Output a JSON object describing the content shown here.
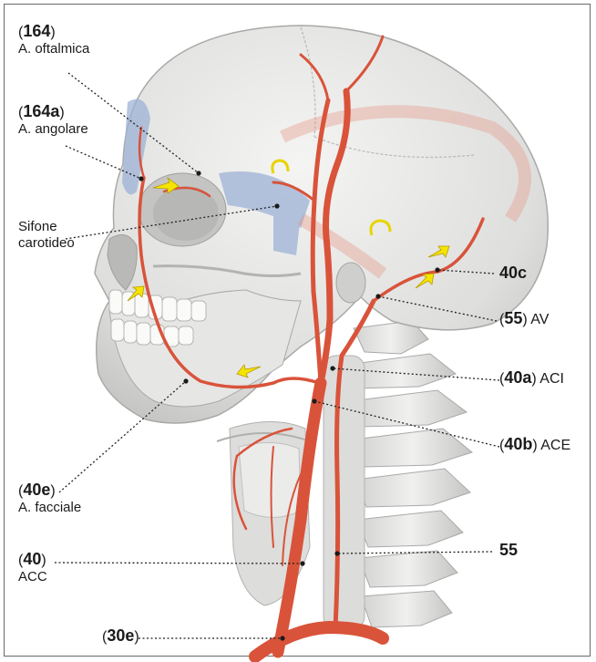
{
  "labels": {
    "oftalmica": {
      "num": "164",
      "name": "A. oftalmica"
    },
    "angolare": {
      "num": "164a",
      "name": "A. angolare"
    },
    "sifone": {
      "line1": "Sifone",
      "line2": "carotideo"
    },
    "label_40c": {
      "text": "40c"
    },
    "av": {
      "num": "55",
      "abbr": "AV"
    },
    "aci": {
      "num": "40a",
      "abbr": "ACI"
    },
    "ace": {
      "num": "40b",
      "abbr": "ACE"
    },
    "facciale": {
      "num": "40e",
      "name": "A. facciale"
    },
    "acc": {
      "num": "40",
      "abbr": "ACC"
    },
    "label_55": {
      "text": "55"
    },
    "label_30e": {
      "num": "30e"
    }
  },
  "colors": {
    "artery": "#d9533a",
    "artery_dark": "#b63a24",
    "bone": "#e4e4e2",
    "bone_shade": "#c9cac8",
    "venous_sinus": "#9db2d6",
    "arrow": "#f5e400",
    "leader": "#222222"
  }
}
